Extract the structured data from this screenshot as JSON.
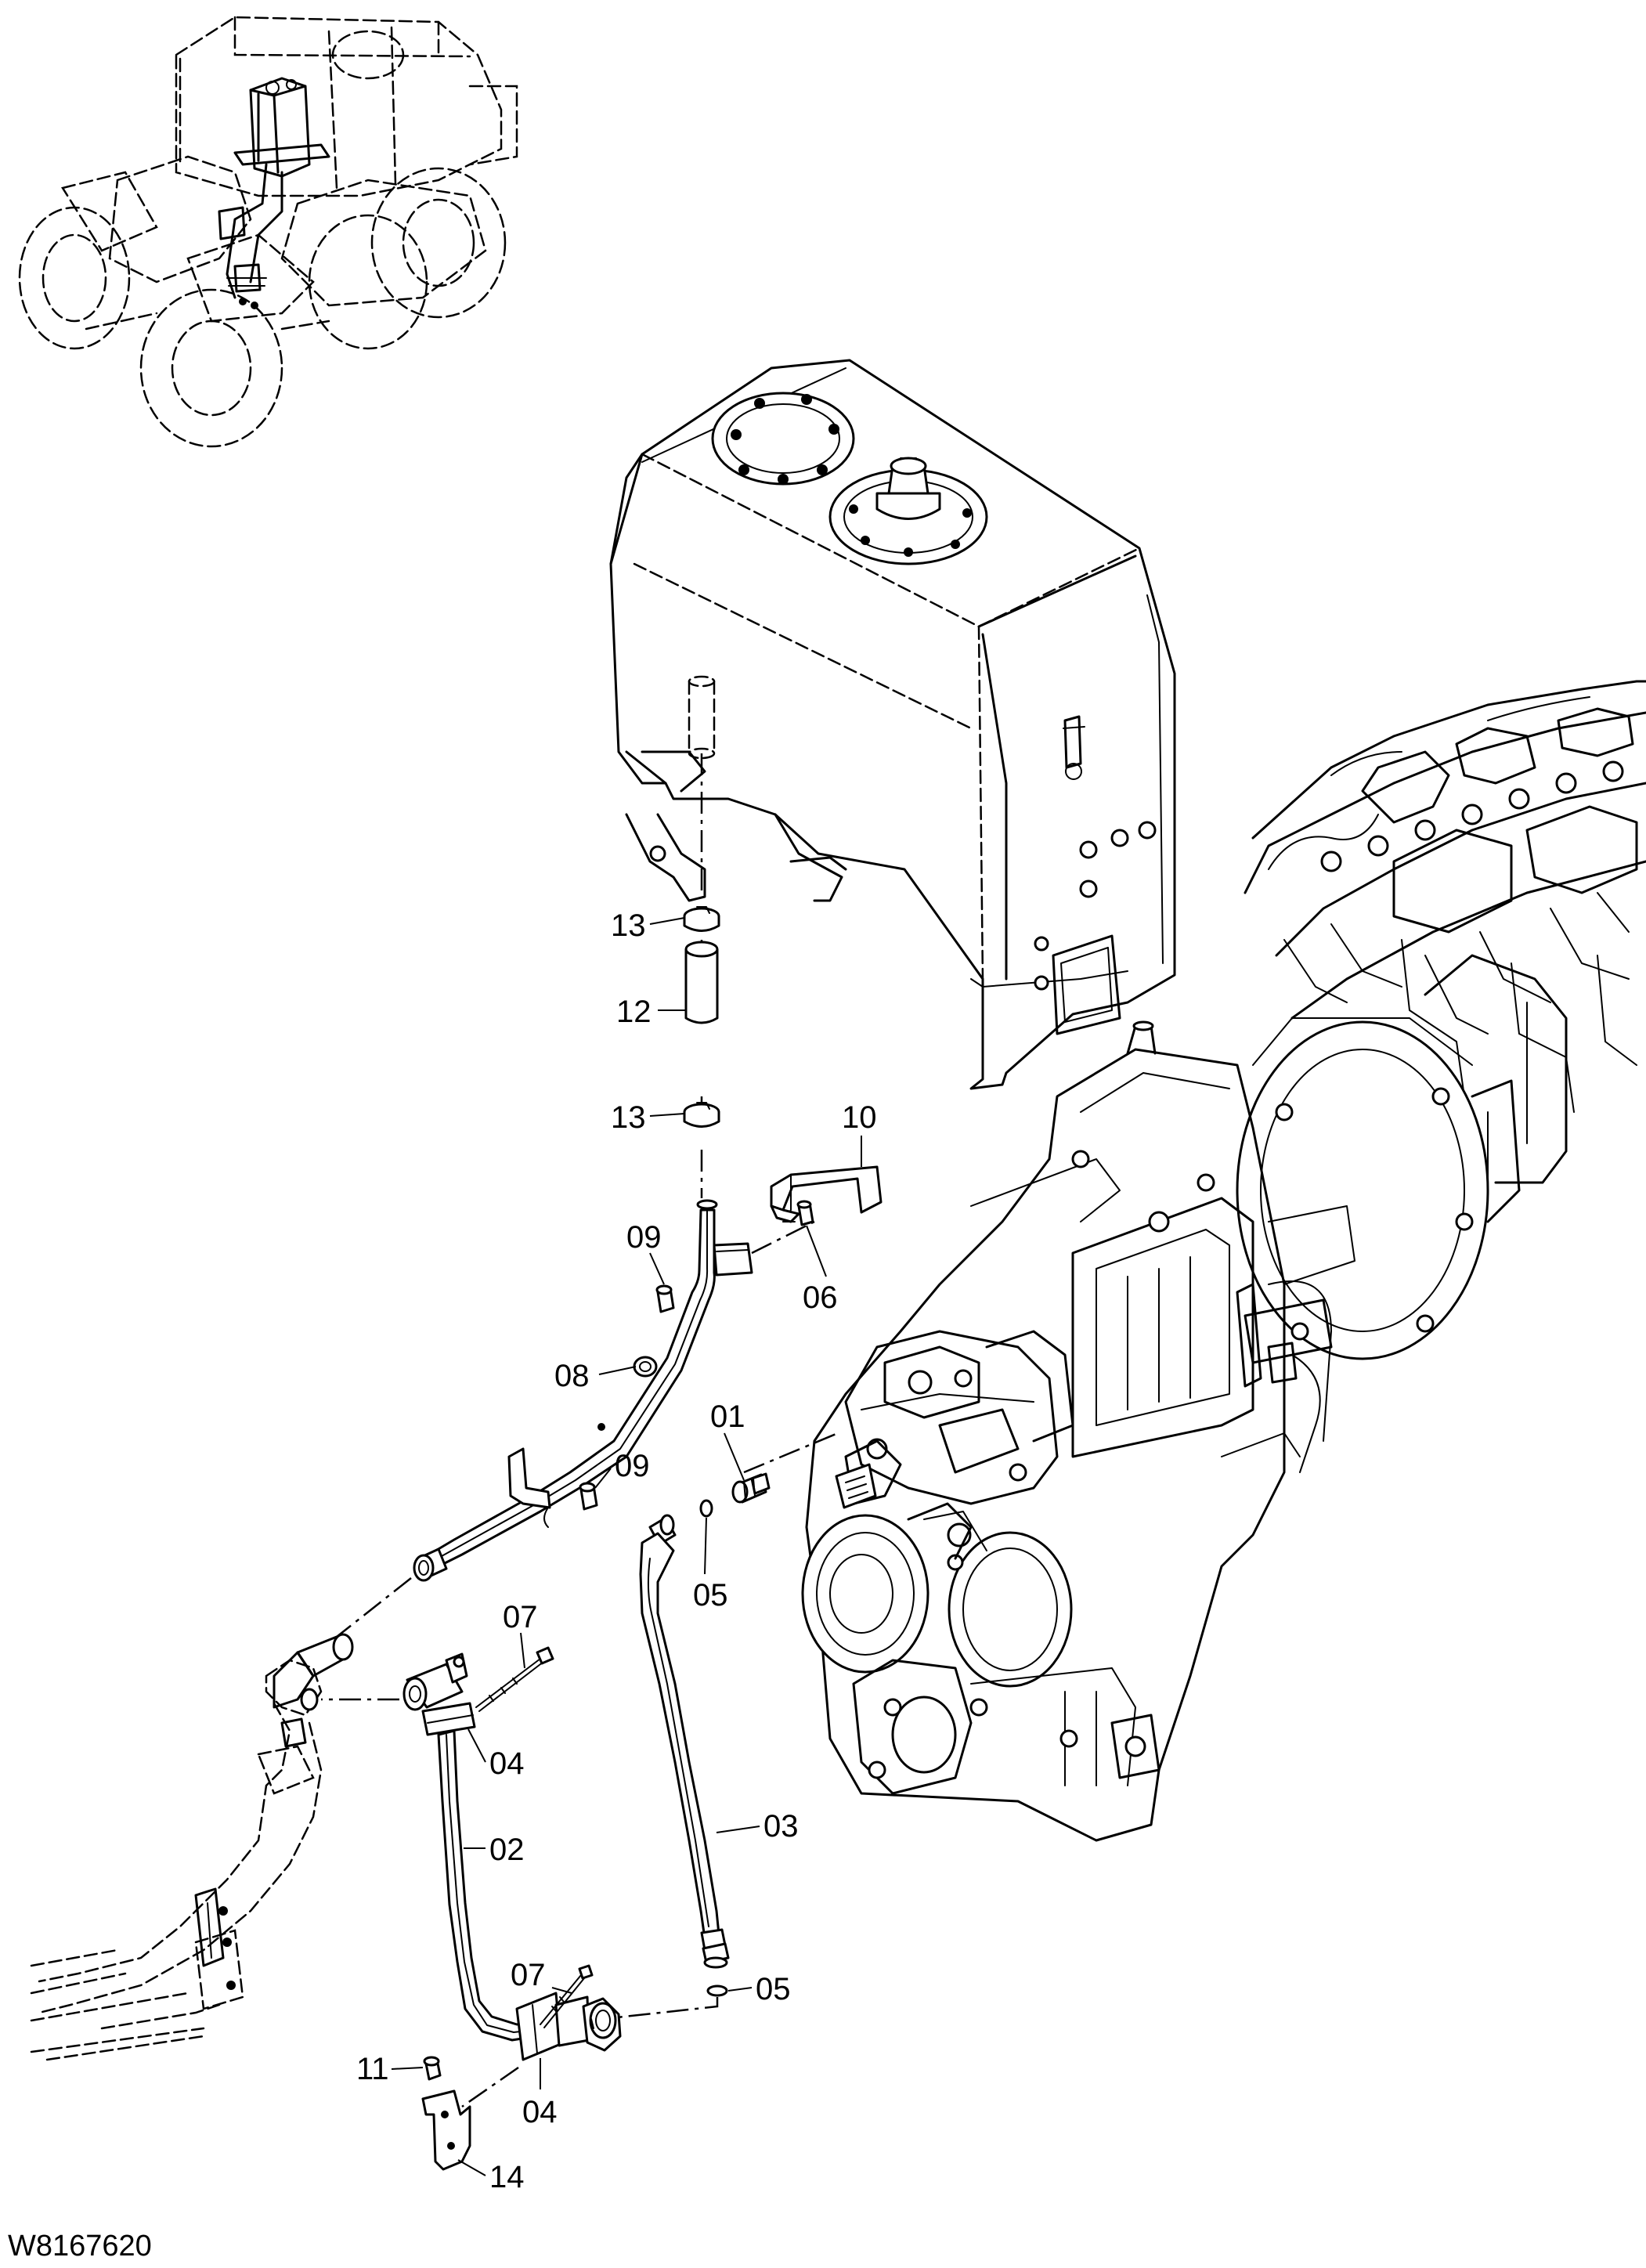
{
  "drawing_code": "W8167620",
  "callouts": {
    "c01": "01",
    "c02": "02",
    "c03": "03",
    "c04a": "04",
    "c04b": "04",
    "c05a": "05",
    "c05b": "05",
    "c06": "06",
    "c07a": "07",
    "c07b": "07",
    "c08": "08",
    "c09a": "09",
    "c09b": "09",
    "c10": "10",
    "c11": "11",
    "c12": "12",
    "c13a": "13",
    "c13b": "13",
    "c14": "14"
  }
}
